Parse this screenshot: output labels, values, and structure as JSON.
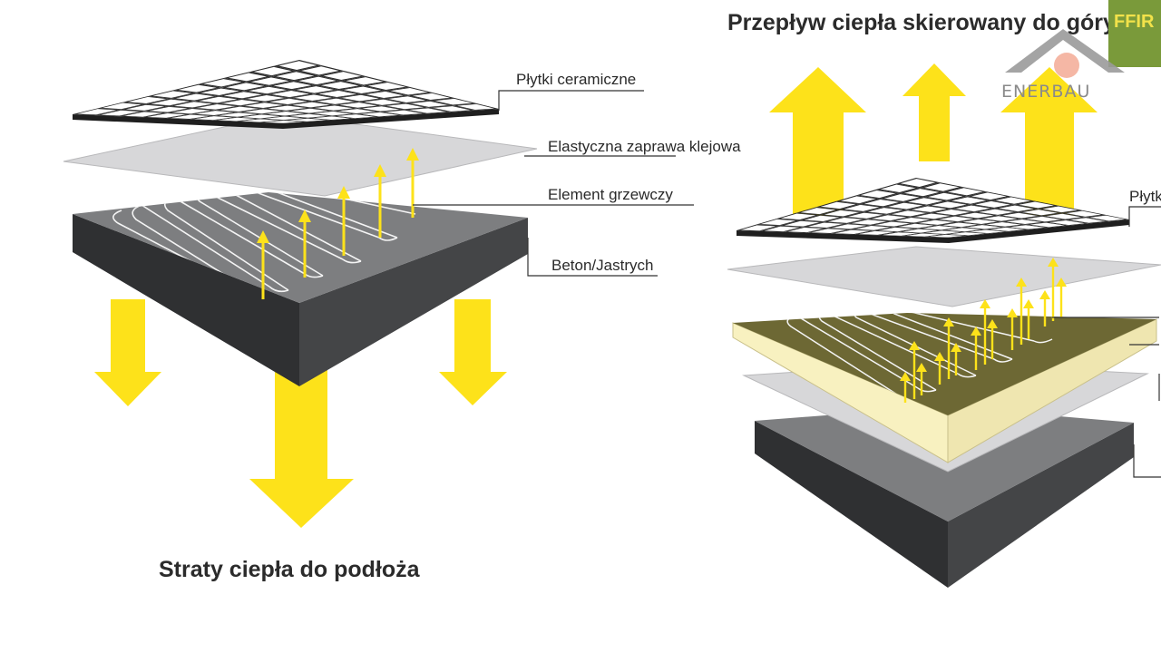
{
  "left_diagram": {
    "labels": {
      "tiles": "Płytki ceramiczne",
      "adhesive": "Elastyczna zaprawa klejowa",
      "heating_element": "Element grzewczy",
      "concrete": "Beton/Jastrych"
    },
    "caption": "Straty ciepła do podłoża"
  },
  "right_diagram": {
    "title": "Przepływ ciepła skierowany do góry",
    "partial_label": "Płytk"
  },
  "logo": {
    "text": "ENERBAU",
    "banner_text": "FFIR"
  },
  "colors": {
    "arrow_yellow": "#fde21a",
    "concrete_top": "#7d7e80",
    "concrete_side": "#333436",
    "adhesive": "#d7d7d9",
    "heater_mat": "#6d6834",
    "insulation": "#f8f1c0",
    "tile_outline": "#2b2b2b"
  }
}
